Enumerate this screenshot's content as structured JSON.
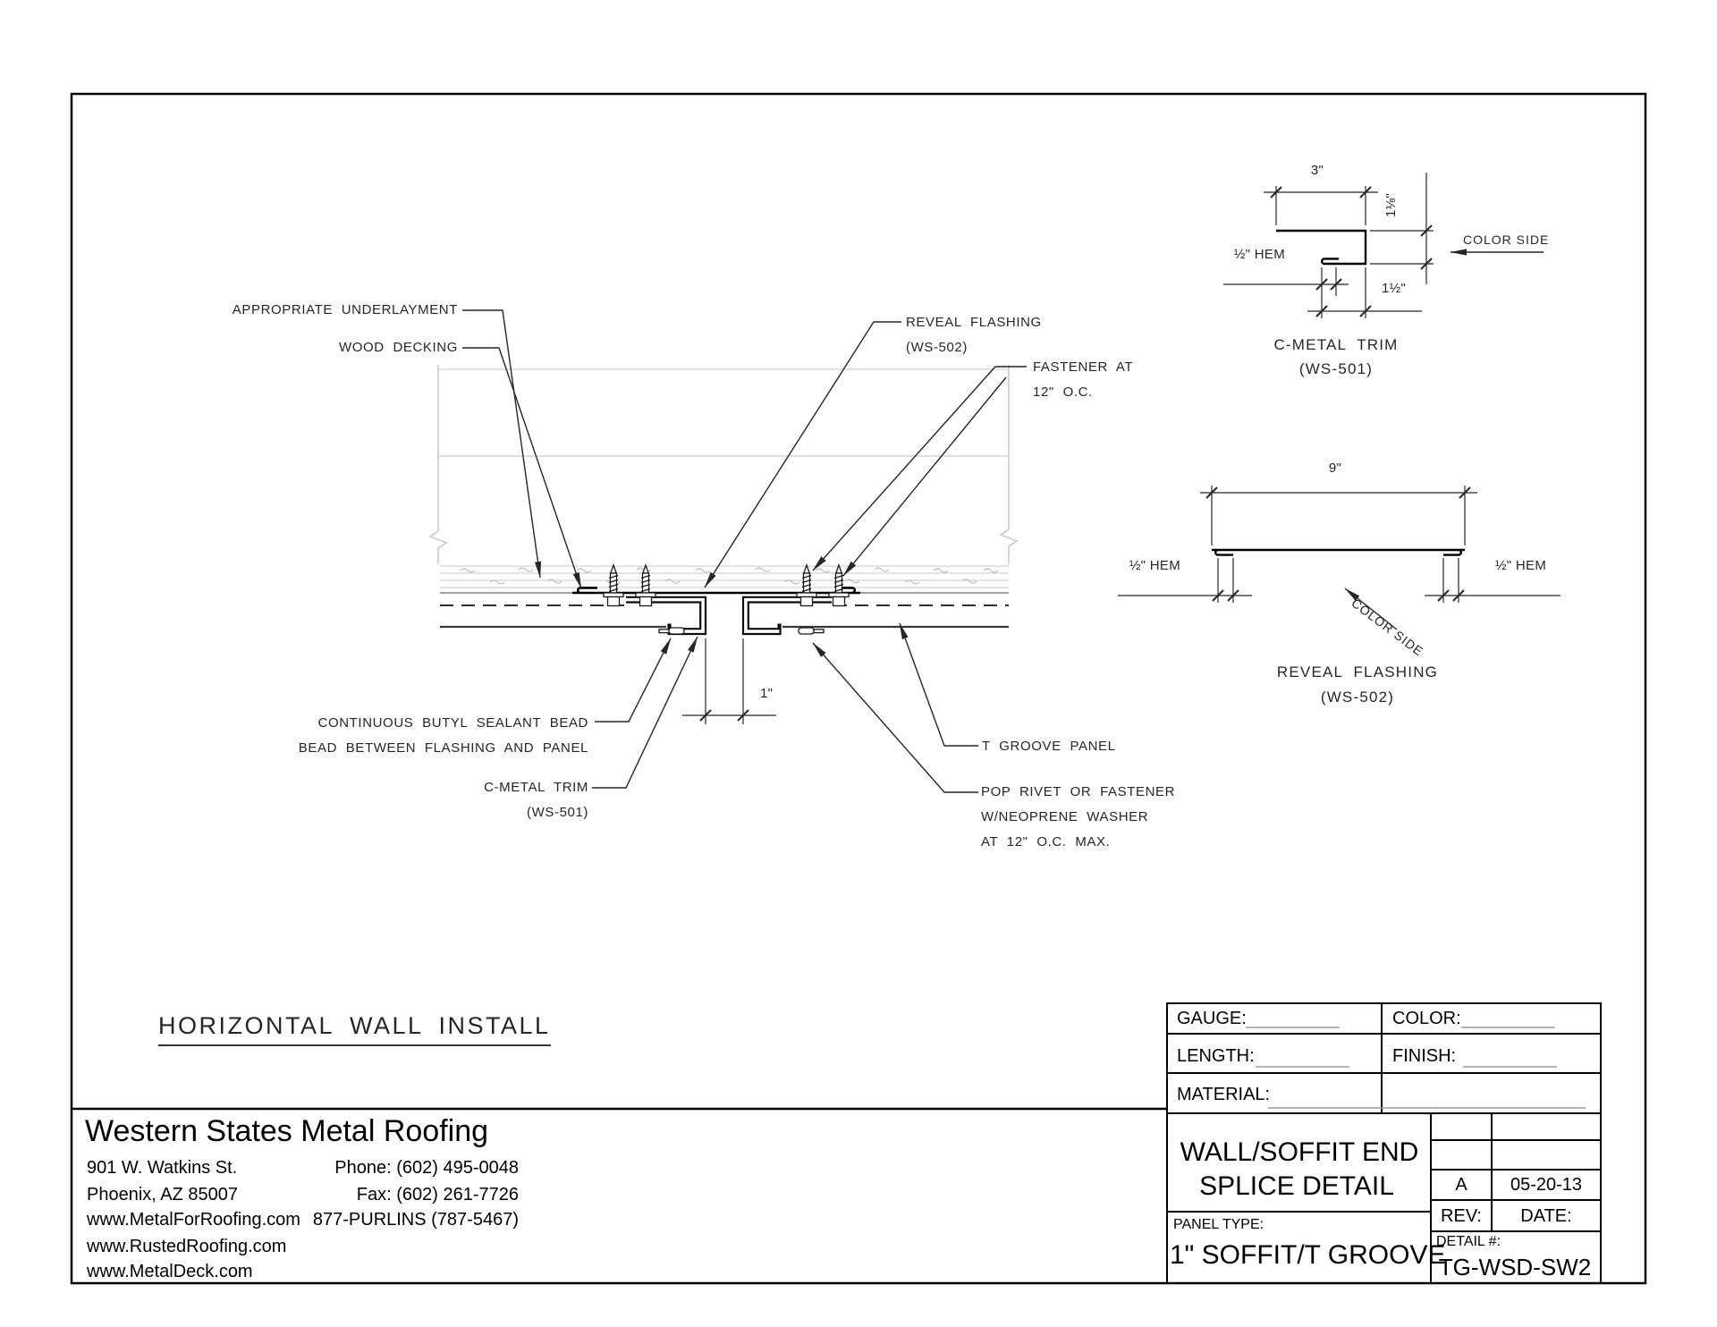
{
  "main_detail": {
    "underlayment_label": "APPROPRIATE UNDERLAYMENT",
    "wood_decking_label": "WOOD DECKING",
    "reveal_flashing_label_1": "REVEAL FLASHING",
    "reveal_flashing_label_2": "(WS-502)",
    "fastener_label_1": "FASTENER AT",
    "fastener_label_2": "12\" O.C.",
    "sealant_label_1": "CONTINUOUS BUTYL SEALANT BEAD",
    "sealant_label_2": "BEAD BETWEEN FLASHING AND PANEL",
    "cmetal_label_1": "C-METAL TRIM",
    "cmetal_label_2": "(WS-501)",
    "panel_label": "T GROOVE PANEL",
    "rivet_label_1": "POP RIVET OR FASTENER",
    "rivet_label_2": "W/NEOPRENE WASHER",
    "rivet_label_3": "AT 12\" O.C. MAX.",
    "gap_dim": "1\""
  },
  "cmetal_detail": {
    "dim_width": "3\"",
    "dim_height": "1⅛\"",
    "dim_hem": "½\" HEM",
    "dim_bottom": "1½\"",
    "color_side": "COLOR SIDE",
    "title_1": "C-METAL TRIM",
    "title_2": "(WS-501)"
  },
  "reveal_detail": {
    "dim_width": "9\"",
    "dim_hem_left": "½\" HEM",
    "dim_hem_right": "½\" HEM",
    "color_side": "COLOR SIDE",
    "title_1": "REVEAL FLASHING",
    "title_2": "(WS-502)"
  },
  "section_title": "HORIZONTAL WALL INSTALL",
  "company": {
    "name": "Western States Metal Roofing",
    "address_1": "901 W. Watkins St.",
    "address_2": "Phoenix, AZ 85007",
    "web_1": "www.MetalForRoofing.com",
    "web_2": "www.RustedRoofing.com",
    "web_3": "www.MetalDeck.com",
    "phone": "Phone: (602) 495-0048",
    "fax": "Fax: (602) 261-7726",
    "purlins": "877-PURLINS (787-5467)"
  },
  "title_block": {
    "gauge_label": "GAUGE:",
    "color_label": "COLOR:",
    "length_label": "LENGTH:",
    "finish_label": "FINISH:",
    "material_label": "MATERIAL:",
    "detail_title_1": "WALL/SOFFIT END",
    "detail_title_2": "SPLICE DETAIL",
    "panel_type_label": "PANEL TYPE:",
    "panel_type_value": "1\" SOFFIT/T GROOVE",
    "rev_value": "A",
    "date_value": "05-20-13",
    "rev_label": "REV:",
    "date_label": "DATE:",
    "detail_no_label": "DETAIL #:",
    "detail_no_value": "TG-WSD-SW2"
  }
}
